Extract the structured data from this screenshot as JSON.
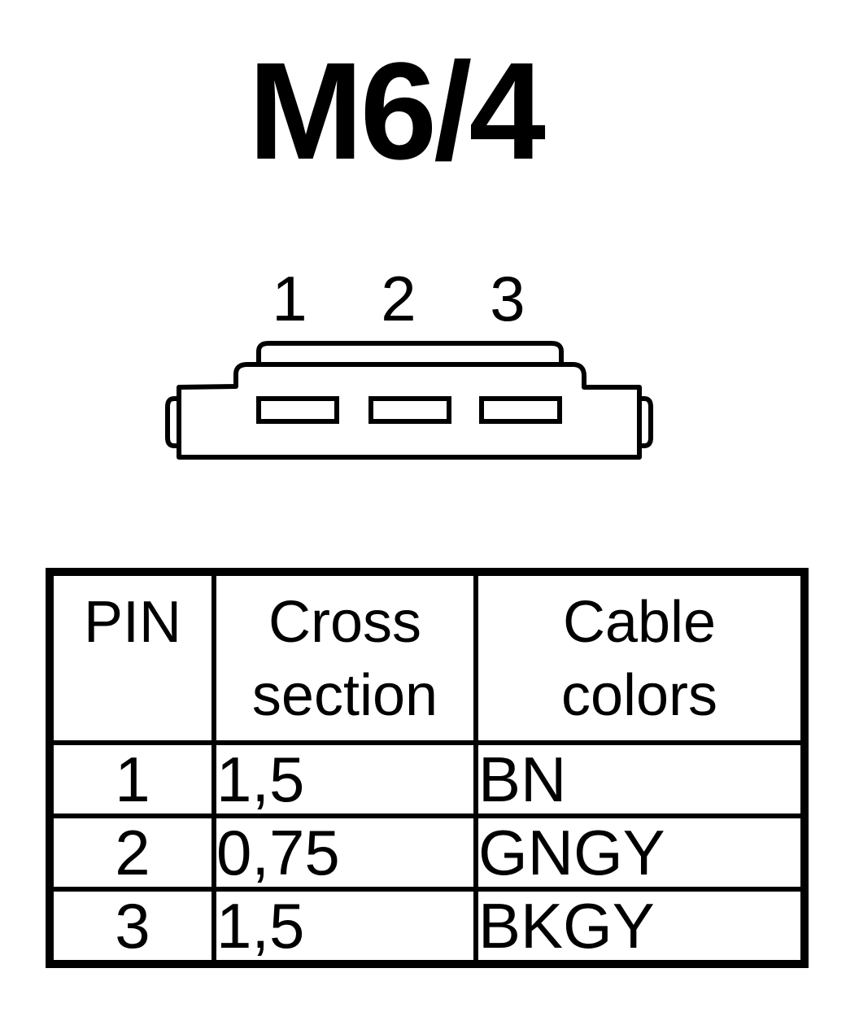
{
  "title": "M6/4",
  "connector": {
    "pin_labels": [
      "1",
      "2",
      "3"
    ]
  },
  "table": {
    "headers": {
      "pin": "PIN",
      "cross_section": [
        "Cross",
        "section"
      ],
      "cable_colors": [
        "Cable",
        "colors"
      ]
    },
    "rows": [
      {
        "pin": "1",
        "cross_section": "1,5",
        "color": "BN"
      },
      {
        "pin": "2",
        "cross_section": "0,75",
        "color": "GNGY"
      },
      {
        "pin": "3",
        "cross_section": "1,5",
        "color": "BKGY"
      }
    ]
  },
  "colors": {
    "ink": "#000000",
    "background": "#ffffff"
  }
}
